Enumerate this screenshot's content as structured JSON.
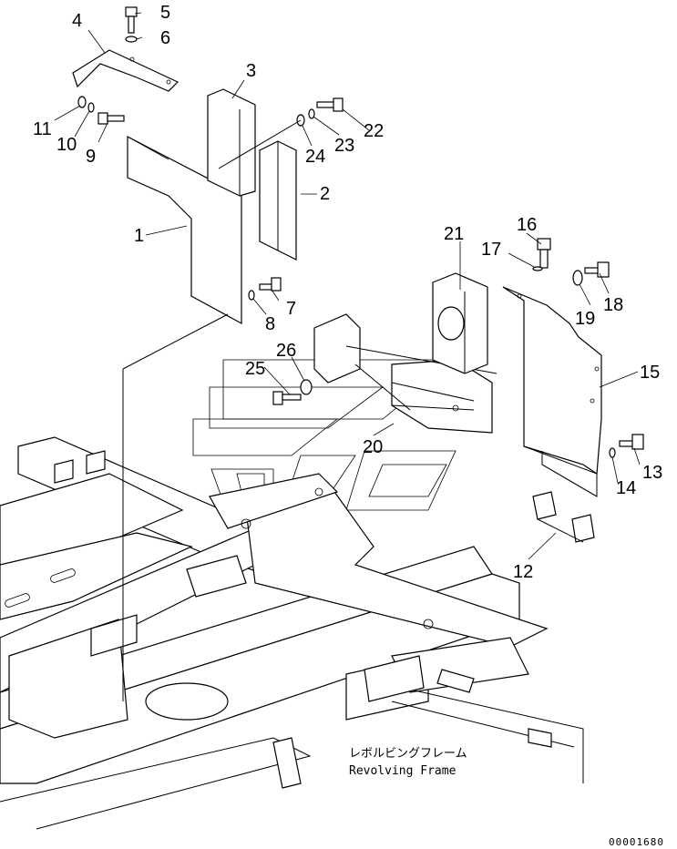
{
  "callouts": [
    "1",
    "2",
    "3",
    "4",
    "5",
    "6",
    "7",
    "8",
    "9",
    "10",
    "11",
    "12",
    "13",
    "14",
    "15",
    "16",
    "17",
    "18",
    "19",
    "20",
    "21",
    "22",
    "23",
    "24",
    "25",
    "26"
  ],
  "frame_label": {
    "japanese": "レボルビングフレーム",
    "english": "Revolving Frame"
  },
  "document_number": "00001680"
}
